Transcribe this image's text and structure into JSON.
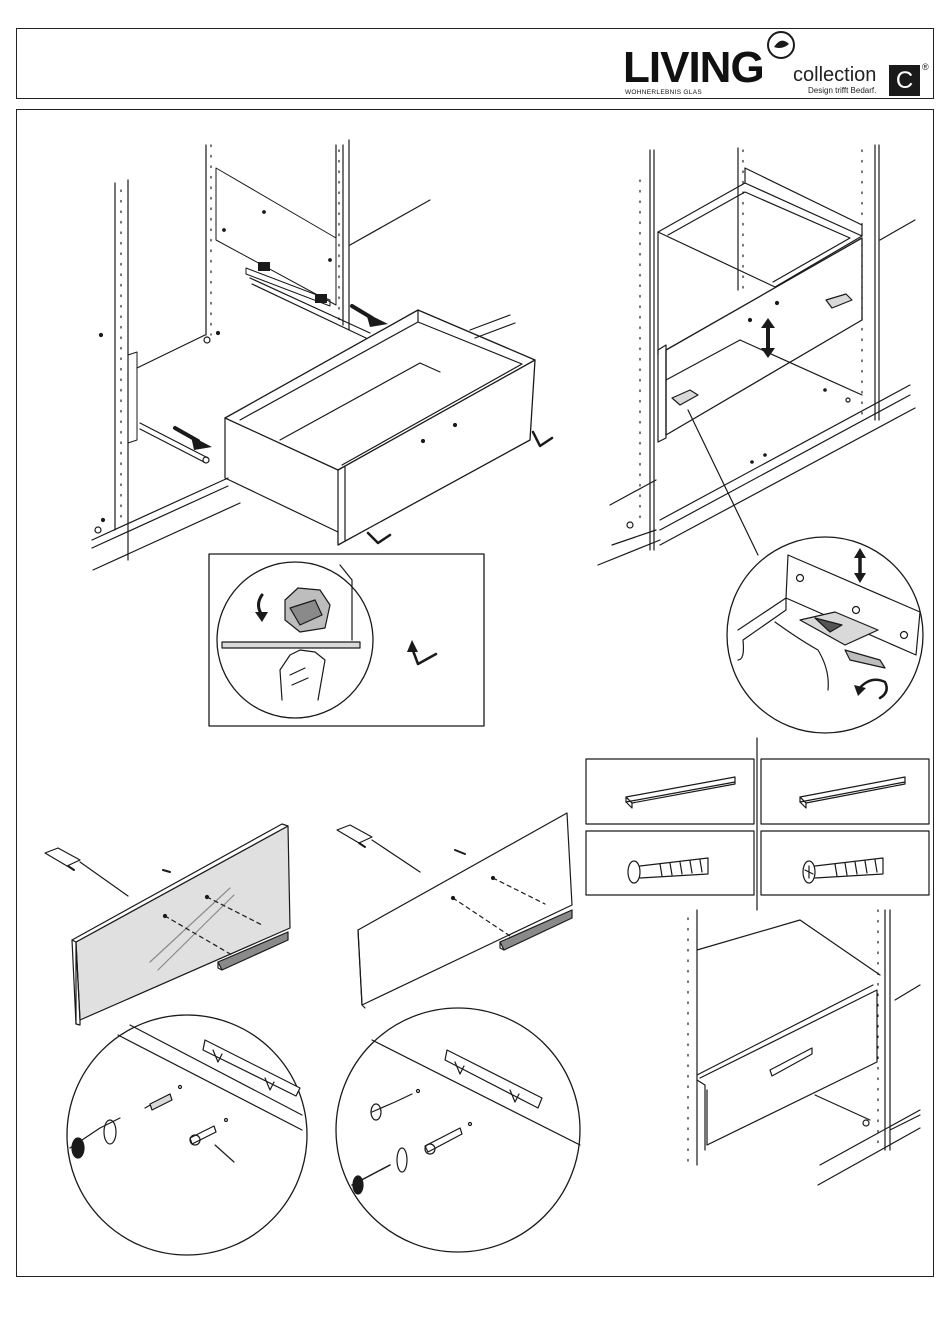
{
  "header": {
    "brand": "LIVING",
    "brand_subtitle": "WOHNERLEBNIS GLAS",
    "collection": "collection",
    "tagline": "Design trifft Bedarf.",
    "badge": "C",
    "registered": "®"
  },
  "colors": {
    "line": "#1a1a1a",
    "panel_gray": "#d9d9d9",
    "handle_gray": "#8a8a8a"
  },
  "icons": {
    "arrow": "arrow-icon",
    "double_arrow": "double-arrow-icon",
    "screwdriver": "screwdriver-icon",
    "screw": "screw-icon"
  }
}
